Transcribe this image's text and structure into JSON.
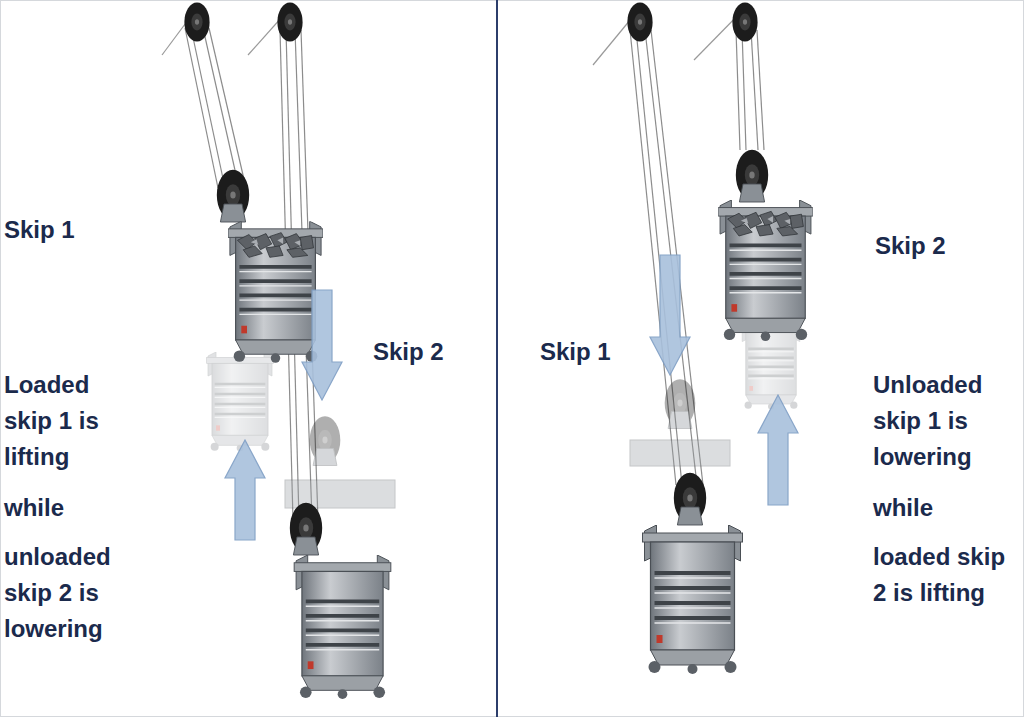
{
  "diagram": {
    "labels": [
      "Skip 1",
      "Loaded skip 1 is lifting",
      "while",
      "unloaded skip 2 is lowering",
      "Skip 2",
      "Skip 1",
      "Skip 2",
      "Unloaded skip 1 is lowering",
      "while",
      "loaded skip 2 is lifting"
    ]
  }
}
